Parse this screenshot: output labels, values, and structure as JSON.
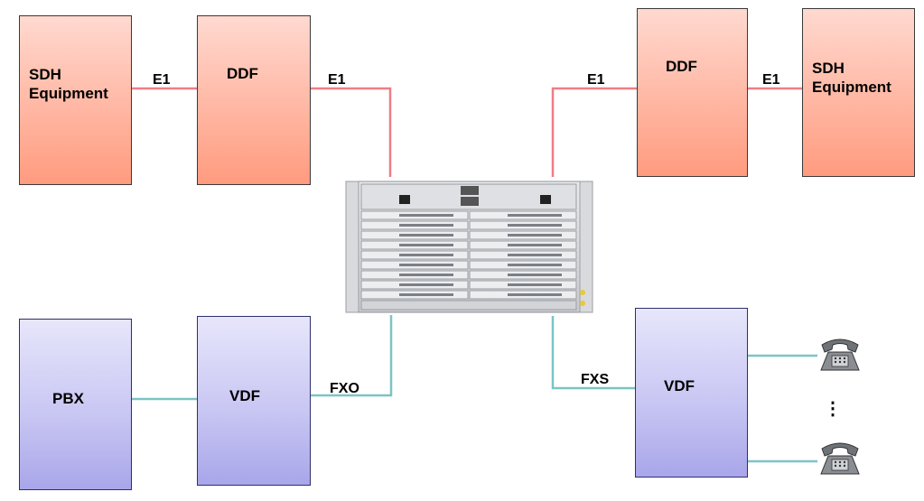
{
  "nodes": {
    "sdh_left": "SDH\nEquipment",
    "ddf_left": "DDF",
    "ddf_right": "DDF",
    "sdh_right": "SDH\nEquipment",
    "pbx": "PBX",
    "vdf_left": "VDF",
    "vdf_right": "VDF"
  },
  "links": {
    "e1_a": "E1",
    "e1_b": "E1",
    "e1_c": "E1",
    "e1_d": "E1",
    "fxo": "FXO",
    "fxs": "FXS"
  },
  "ellipsis": "⋮",
  "colors": {
    "e1_line": "#f07c86",
    "voice_line": "#7cc4c4",
    "sdh_fill": "#ffb7a3",
    "vdf_fill": "#c9c7f3"
  },
  "icons": [
    "telephone-icon",
    "telephone-icon"
  ]
}
